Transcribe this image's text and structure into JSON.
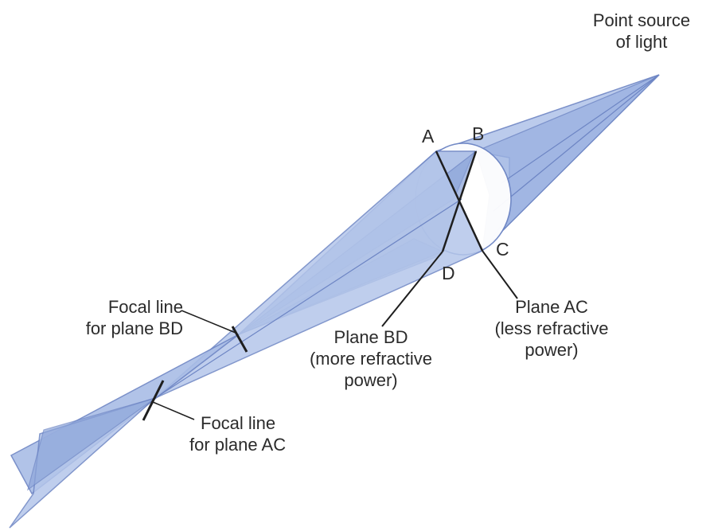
{
  "labels": {
    "source_line1": "Point source",
    "source_line2": "of light",
    "point_a": "A",
    "point_b": "B",
    "point_c": "C",
    "point_d": "D",
    "plane_ac_line1": "Plane AC",
    "plane_ac_line2": "(less refractive",
    "plane_ac_line3": "power)",
    "plane_bd_line1": "Plane BD",
    "plane_bd_line2": "(more refractive",
    "plane_bd_line3": "power)",
    "focal_bd_line1": "Focal line",
    "focal_bd_line2": "for plane BD",
    "focal_ac_line1": "Focal line",
    "focal_ac_line2": "for plane AC"
  },
  "colors": {
    "beam_fill": "#a9bde6",
    "beam_fill_dark": "#8ea6da",
    "beam_stroke": "#6d85c4",
    "lens_fill": "#ffffff",
    "line": "#1e1e1e"
  }
}
